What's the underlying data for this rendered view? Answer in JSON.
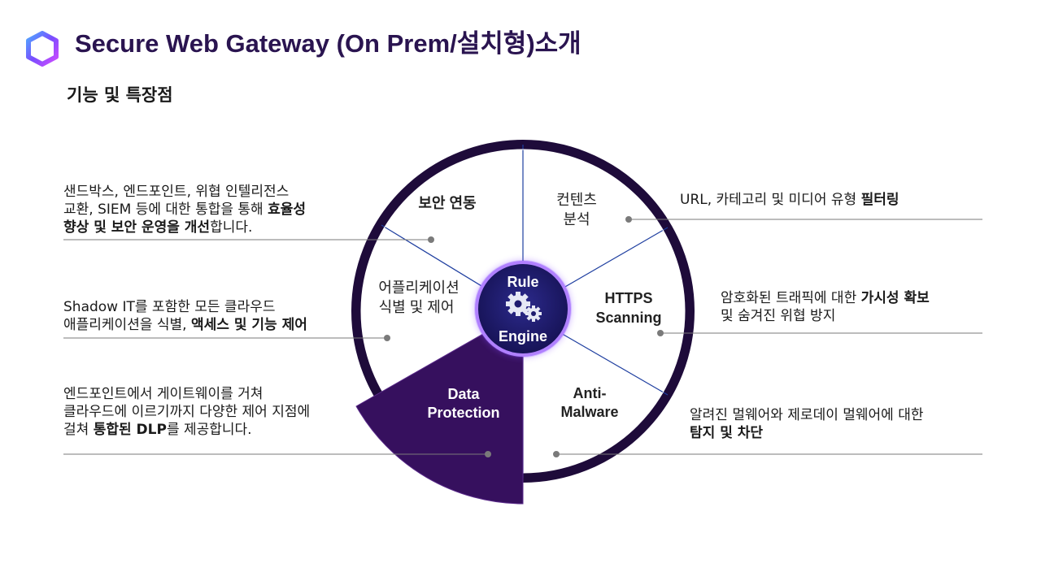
{
  "header": {
    "title": "Secure Web Gateway (On Prem/설치형)소개",
    "subtitle": "기능 및 특장점"
  },
  "colors": {
    "accent": "#3a0f6b",
    "ring": "#1e0b3a",
    "title": "#2a1450",
    "engine": "#1e1a6e",
    "divider": "#1f3fa0"
  },
  "wheel": {
    "engine_label_top": "Rule",
    "engine_label_bottom": "Engine",
    "engine_icon": "gears-icon",
    "segments": {
      "content": [
        "컨텐츠",
        "분석"
      ],
      "https": [
        "HTTPS",
        "Scanning"
      ],
      "anti_malware": [
        "Anti-",
        "Malware"
      ],
      "data_protection": [
        "Data",
        "Protection"
      ],
      "app_control": [
        "어플리케이션",
        "식별 및 제어"
      ],
      "security_link": [
        "보안 연동"
      ]
    }
  },
  "descriptions": {
    "security_link": {
      "line1": "샌드박스, 엔드포인트, 위협 인텔리전스",
      "line2_pre": "교환, SIEM 등에 대한 통합을 통해 ",
      "line2_bold": "효율성",
      "line3_bold": "향상 및 보안 운영을 개선",
      "line3_post": "합니다."
    },
    "app_control": {
      "line1": "Shadow IT를 포함한 모든 클라우드",
      "line2_pre": "애플리케이션을 식별, ",
      "line2_bold": "액세스 및 기능 제어"
    },
    "data_protection": {
      "line1": "엔드포인트에서 게이트웨이를 거쳐",
      "line2": "클라우드에 이르기까지 다양한 제어 지점에",
      "line3_pre": "걸쳐 ",
      "line3_bold": "통합된 DLP",
      "line3_post": "를 제공합니다."
    },
    "content": {
      "line1_pre": "URL, 카테고리 및 미디어 유형 ",
      "line1_bold": "필터링"
    },
    "https": {
      "line1_pre": "암호화된 트래픽에 대한 ",
      "line1_bold": "가시성 확보",
      "line2": "및 숨겨진 위협 방지"
    },
    "anti_malware": {
      "line1": "알려진 멀웨어와 제로데이 멀웨어에 대한",
      "line2_bold": "탐지 및 차단"
    }
  }
}
